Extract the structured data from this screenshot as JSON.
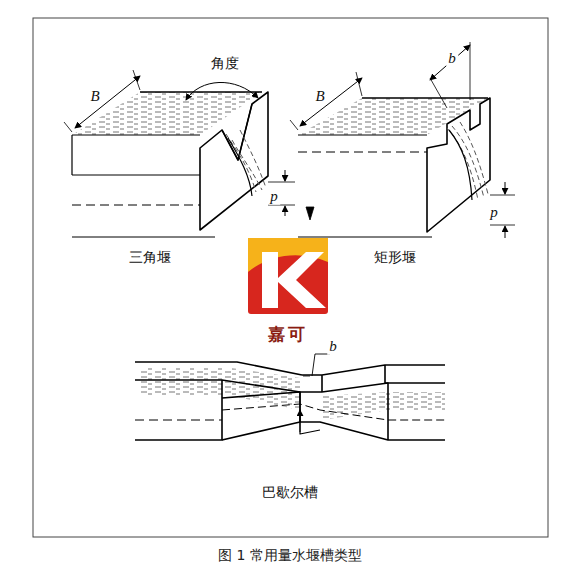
{
  "diagram": {
    "caption": "图 1   常用量水堰槽类型",
    "labels": [
      "B",
      "角度",
      "p",
      "三角堰",
      "B",
      "b",
      "p",
      "矩形堰",
      "嘉可",
      "b",
      "巴歇尔槽"
    ]
  }
}
